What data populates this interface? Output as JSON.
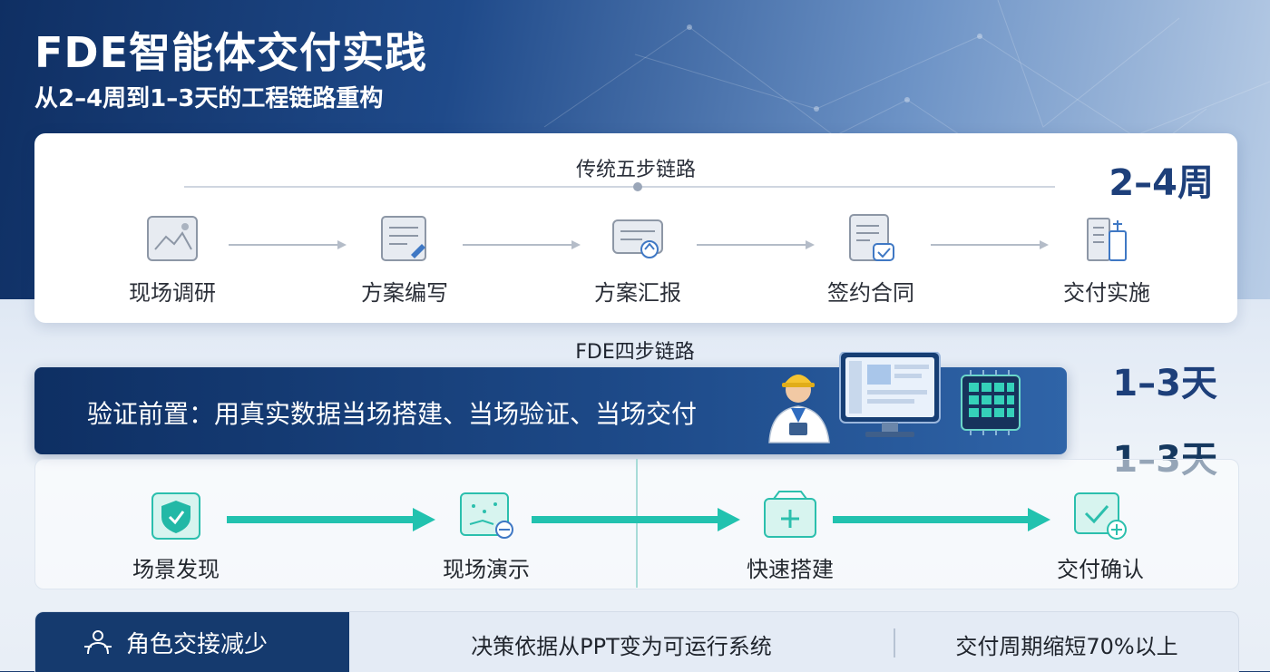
{
  "header": {
    "title": "FDE智能体交付实践",
    "subtitle": "从2–4周到1–3天的工程链路重构"
  },
  "traditional": {
    "title": "传统五步链路",
    "duration": "2–4周",
    "steps": [
      {
        "label": "现场调研",
        "icon": "image-icon"
      },
      {
        "label": "方案编写",
        "icon": "document-edit-icon"
      },
      {
        "label": "方案汇报",
        "icon": "presentation-icon"
      },
      {
        "label": "签约合同",
        "icon": "contract-icon"
      },
      {
        "label": "交付实施",
        "icon": "building-icon"
      }
    ]
  },
  "fde": {
    "title": "FDE四步链路",
    "banner_text": "验证前置：用真实数据当场搭建、当场验证、当场交付",
    "duration_primary": "1–3天",
    "duration_secondary": "1–3天",
    "steps": [
      {
        "label": "场景发现",
        "icon": "shield-scan-icon"
      },
      {
        "label": "现场演示",
        "icon": "demo-screen-icon"
      },
      {
        "label": "快速搭建",
        "icon": "build-box-icon"
      },
      {
        "label": "交付确认",
        "icon": "check-confirm-icon"
      }
    ]
  },
  "bottom": {
    "left": "角色交接减少",
    "middle": "决策依据从PPT变为可运行系统",
    "right": "交付周期缩短70%以上"
  },
  "colors": {
    "navy": "#153a6e",
    "accent_teal": "#1fc7b4",
    "text_dark": "#20252d"
  }
}
